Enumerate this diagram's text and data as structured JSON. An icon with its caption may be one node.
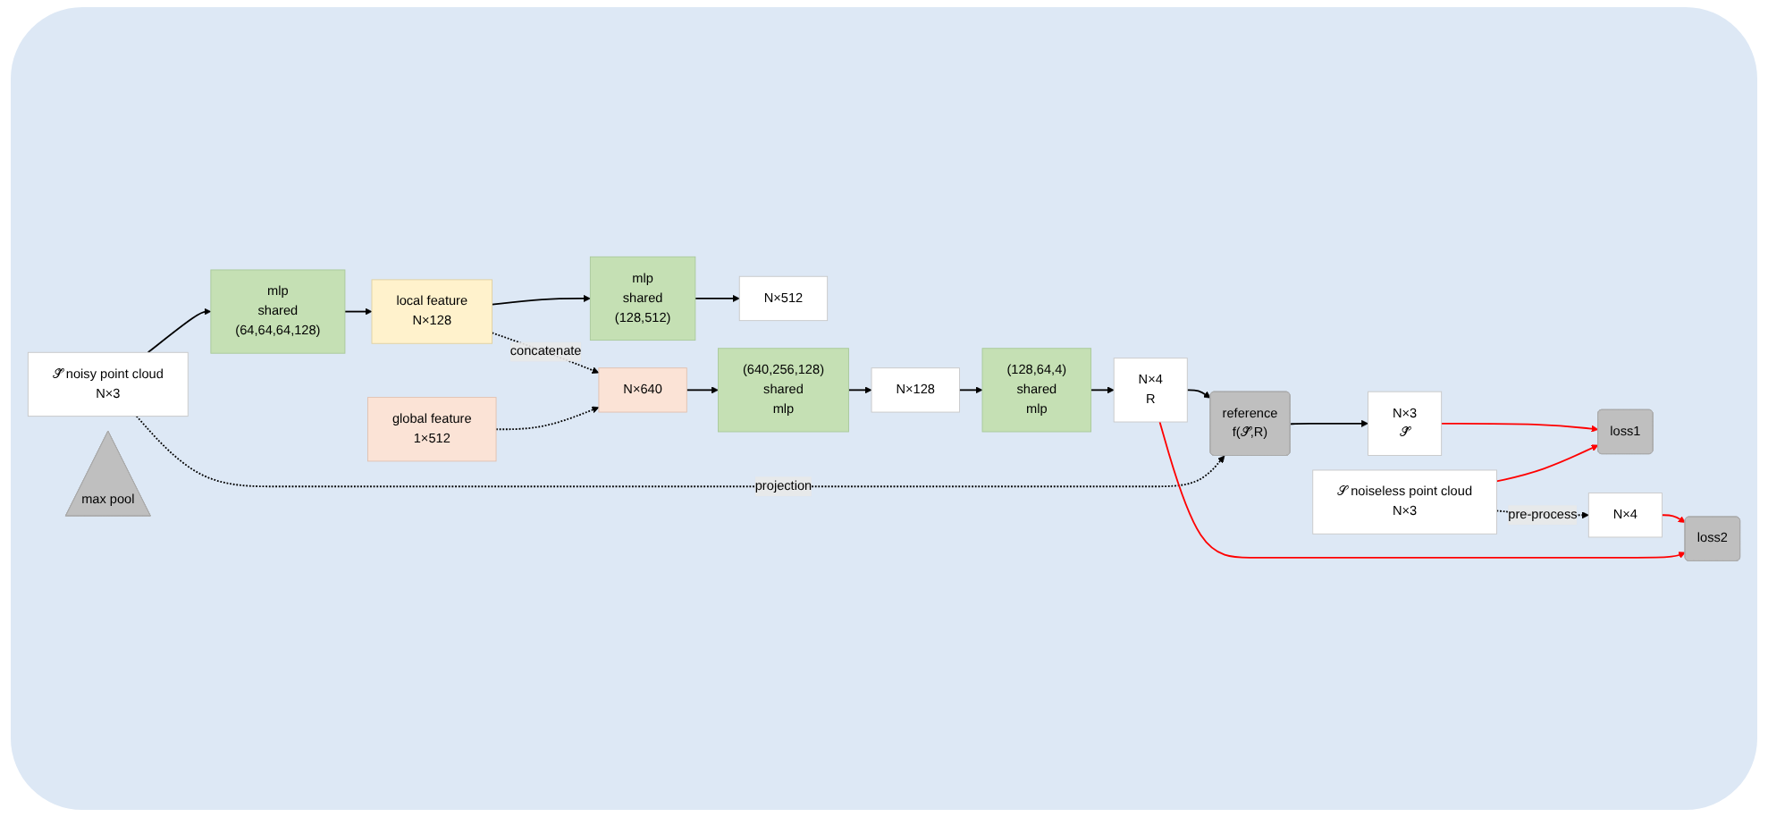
{
  "diagram": {
    "nodes": [
      {
        "text": [
          "𝒮̃ noisy point cloud",
          "N×3"
        ]
      },
      {
        "text": [
          "mlp",
          "shared",
          "(64,64,64,128)"
        ]
      },
      {
        "text": [
          "local feature",
          "N×128"
        ]
      },
      {
        "text": [
          "mlp",
          "shared",
          "(128,512)"
        ]
      },
      {
        "text": [
          "N×512"
        ]
      },
      {
        "text": [
          "max pool"
        ]
      },
      {
        "text": [
          "global feature",
          "1×512"
        ]
      },
      {
        "text": [
          "N×640"
        ]
      },
      {
        "text": [
          "(640,256,128)",
          "shared",
          "mlp"
        ]
      },
      {
        "text": [
          "N×128"
        ]
      },
      {
        "text": [
          "(128,64,4)",
          "shared",
          "mlp"
        ]
      },
      {
        "text": [
          "N×4",
          "R"
        ]
      },
      {
        "text": [
          "reference",
          "f(𝒮̃,R)"
        ]
      },
      {
        "text": [
          "N×3",
          "𝒮̂"
        ]
      },
      {
        "text": [
          "loss1"
        ]
      },
      {
        "text": [
          "𝒮 noiseless point cloud",
          "N×3"
        ]
      },
      {
        "text": [
          "N×4"
        ]
      },
      {
        "text": [
          "loss2"
        ]
      }
    ],
    "edges": [
      {
        "from": 0,
        "to": 1,
        "arrow": "to"
      },
      {
        "from": 1,
        "to": 2,
        "arrow": "to"
      },
      {
        "from": 2,
        "to": 3,
        "arrow": "to"
      },
      {
        "from": 3,
        "to": 4,
        "arrow": "to"
      },
      {
        "from": 2,
        "to": 7,
        "arrow": "to",
        "label": "concatenate",
        "style": "dashed"
      },
      {
        "from": 6,
        "to": 7,
        "arrow": "to",
        "style": "dashed"
      },
      {
        "from": 7,
        "to": 8,
        "arrow": "to"
      },
      {
        "from": 8,
        "to": 9,
        "arrow": "to"
      },
      {
        "from": 9,
        "to": 10,
        "arrow": "to"
      },
      {
        "from": 10,
        "to": 11,
        "arrow": "to"
      },
      {
        "from": 11,
        "to": 12,
        "arrow": "to"
      },
      {
        "from": 0,
        "to": 12,
        "arrow": "to",
        "label": "projection",
        "style": "dashed"
      },
      {
        "from": 12,
        "to": 13,
        "arrow": "to"
      },
      {
        "from": 13,
        "to": 14,
        "arrow": "to",
        "color": "#ff0000"
      },
      {
        "from": 15,
        "to": 14,
        "arrow": "to",
        "color": "#ff0000"
      },
      {
        "from": 15,
        "to": 16,
        "arrow": "to",
        "label": "pre-process",
        "style": "dashed"
      },
      {
        "from": 16,
        "to": 17,
        "arrow": "to",
        "color": "#ff0000"
      },
      {
        "from": 11,
        "to": 17,
        "arrow": "to",
        "color": "#ff0000"
      }
    ]
  }
}
